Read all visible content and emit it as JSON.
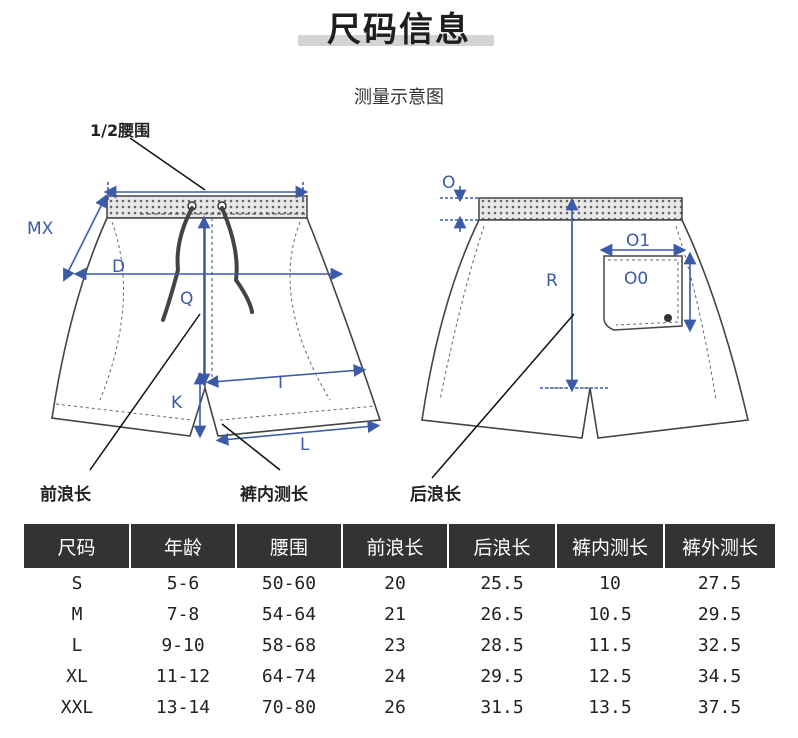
{
  "page": {
    "title": "尺码信息",
    "subtitle": "测量示意图"
  },
  "diagram": {
    "front": {
      "half_waist": "1/2腰围",
      "mx": "MX",
      "d": "D",
      "q": "Q",
      "k": "K",
      "i": "I",
      "l": "L",
      "front_rise": "前浪长",
      "inseam": "裤内测长"
    },
    "back": {
      "o": "O",
      "o1": "O1",
      "o0": "O0",
      "r": "R",
      "back_rise": "后浪长"
    }
  },
  "table": {
    "headers": [
      "尺码",
      "年龄",
      "腰围",
      "前浪长",
      "后浪长",
      "裤内测长",
      "裤外测长"
    ],
    "rows": [
      [
        "S",
        "5-6",
        "50-60",
        "20",
        "25.5",
        "10",
        "27.5"
      ],
      [
        "M",
        "7-8",
        "54-64",
        "21",
        "26.5",
        "10.5",
        "29.5"
      ],
      [
        "L",
        "9-10",
        "58-68",
        "23",
        "28.5",
        "11.5",
        "32.5"
      ],
      [
        "XL",
        "11-12",
        "64-74",
        "24",
        "29.5",
        "12.5",
        "34.5"
      ],
      [
        "XXL",
        "13-14",
        "70-80",
        "26",
        "31.5",
        "13.5",
        "37.5"
      ]
    ]
  },
  "colors": {
    "header_bg": "#333333",
    "measure_line": "#3b5ba8",
    "title_bar": "#d4d4d4"
  }
}
